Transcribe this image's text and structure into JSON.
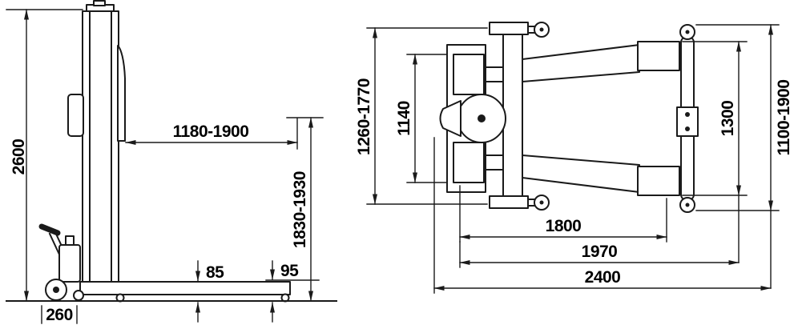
{
  "drawing": {
    "background": "#ffffff",
    "line_color": "#1a1a1a",
    "side_view": {
      "dims": {
        "overall_height": "2600",
        "arm_reach_range": "1180-1900",
        "lift_height_range": "1830-1930",
        "pad_height_min": "85",
        "pad_height_max": "95",
        "base_width": "260"
      }
    },
    "top_view": {
      "dims": {
        "leg_width_range": "1260-1770",
        "inner_width": "1140",
        "bar_length": "1300",
        "pickup_width_range": "1100-1900",
        "arm_span": "1800",
        "frame_length": "1970",
        "overall_length": "2400"
      }
    }
  }
}
